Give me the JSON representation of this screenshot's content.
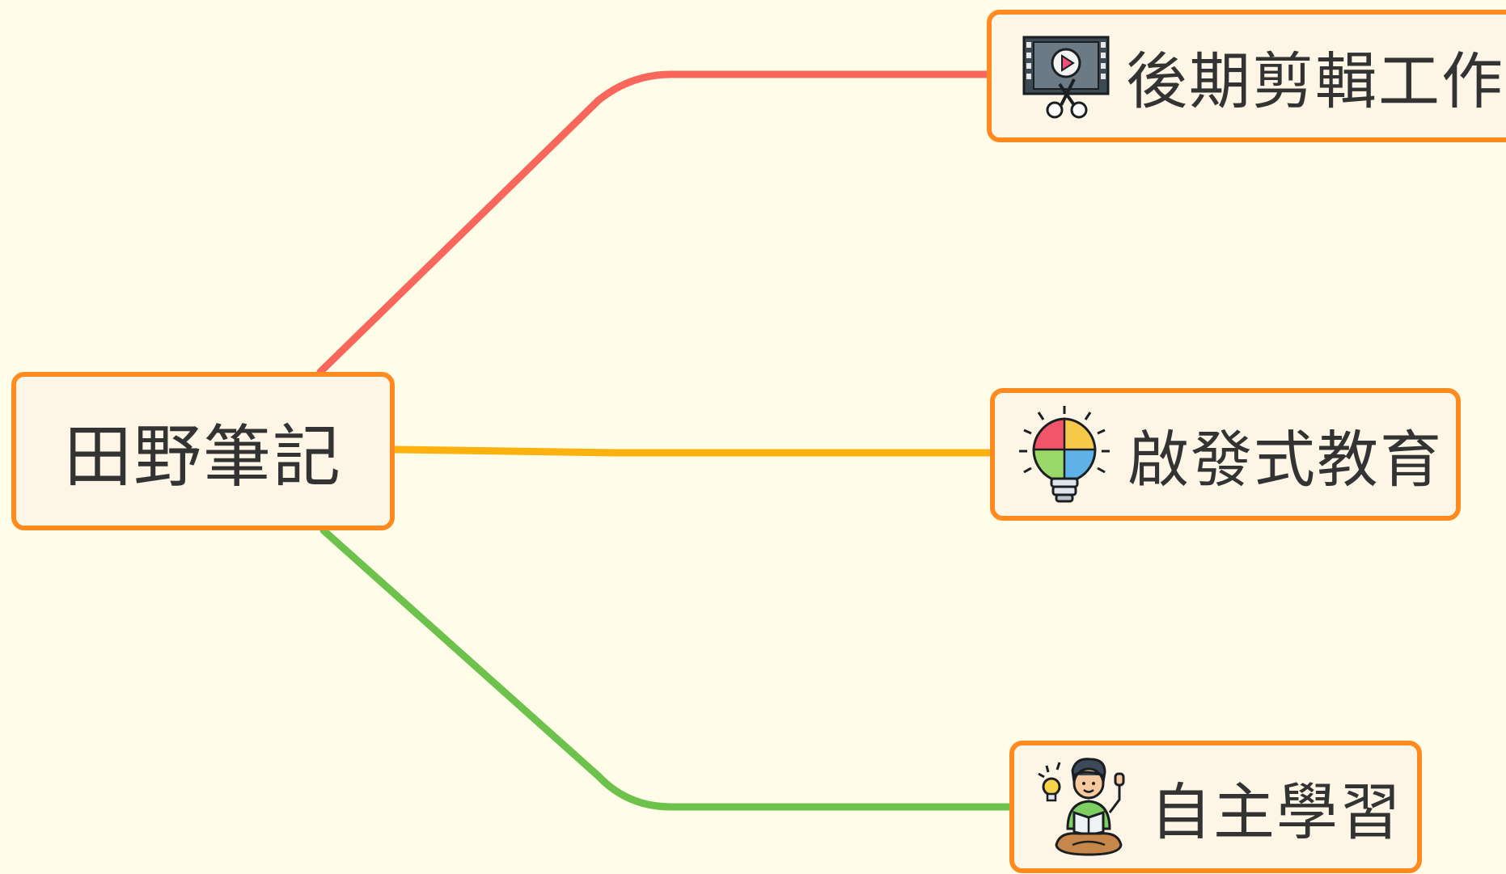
{
  "mindmap": {
    "root": {
      "label": "田野筆記"
    },
    "branches": [
      {
        "label": "後期剪輯工作",
        "icon": "film-scissors-icon",
        "line_color": "#f9665c"
      },
      {
        "label": "啟發式教育",
        "icon": "puzzle-lightbulb-icon",
        "line_color": "#fbb10e"
      },
      {
        "label": "自主學習",
        "icon": "student-reading-icon",
        "line_color": "#6cc24a"
      }
    ]
  },
  "colors": {
    "background": "#fffde8",
    "node_fill": "#fdf6e6",
    "node_border": "#ff8a1f",
    "text": "#333333"
  }
}
